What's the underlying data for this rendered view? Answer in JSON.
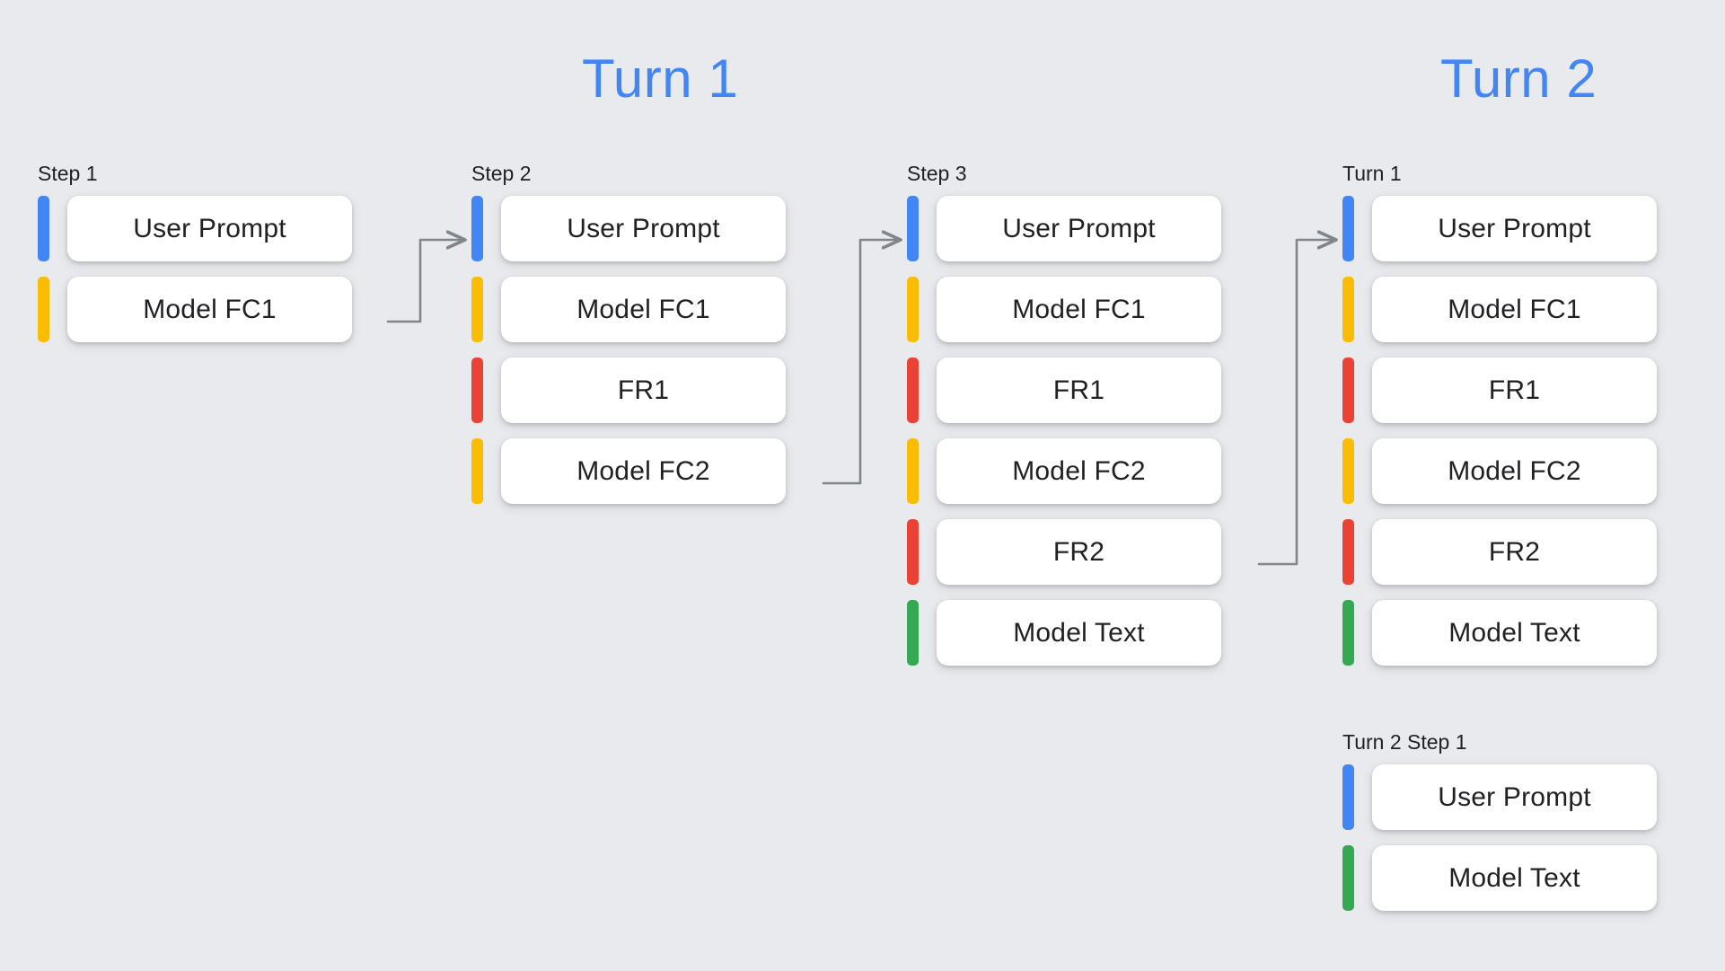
{
  "background_color": "#E8EAED",
  "palette": {
    "blue": "#4285F4",
    "yellow": "#FBBC04",
    "red": "#EA4335",
    "green": "#34A853",
    "connector_gray": "#80868B",
    "card_white": "#FFFFFF",
    "text_dark": "#202124"
  },
  "banners": [
    {
      "label": "Turn 1",
      "color": "#4285F4"
    },
    {
      "label": "Turn 2",
      "color": "#4285F4"
    }
  ],
  "columns": [
    {
      "label": "Step 1",
      "rows": [
        {
          "label": "User Prompt",
          "color": "#4285F4",
          "role": "user-prompt"
        },
        {
          "label": "Model FC1",
          "color": "#FBBC04",
          "role": "model-function-call"
        }
      ]
    },
    {
      "label": "Step 2",
      "rows": [
        {
          "label": "User Prompt",
          "color": "#4285F4",
          "role": "user-prompt"
        },
        {
          "label": "Model FC1",
          "color": "#FBBC04",
          "role": "model-function-call"
        },
        {
          "label": "FR1",
          "color": "#EA4335",
          "role": "function-response"
        },
        {
          "label": "Model FC2",
          "color": "#FBBC04",
          "role": "model-function-call"
        }
      ]
    },
    {
      "label": "Step 3",
      "rows": [
        {
          "label": "User Prompt",
          "color": "#4285F4",
          "role": "user-prompt"
        },
        {
          "label": "Model FC1",
          "color": "#FBBC04",
          "role": "model-function-call"
        },
        {
          "label": "FR1",
          "color": "#EA4335",
          "role": "function-response"
        },
        {
          "label": "Model FC2",
          "color": "#FBBC04",
          "role": "model-function-call"
        },
        {
          "label": "FR2",
          "color": "#EA4335",
          "role": "function-response"
        },
        {
          "label": "Model Text",
          "color": "#34A853",
          "role": "model-text"
        }
      ]
    },
    {
      "label": "Turn 1",
      "rows": [
        {
          "label": "User Prompt",
          "color": "#4285F4",
          "role": "user-prompt"
        },
        {
          "label": "Model FC1",
          "color": "#FBBC04",
          "role": "model-function-call"
        },
        {
          "label": "FR1",
          "color": "#EA4335",
          "role": "function-response"
        },
        {
          "label": "Model FC2",
          "color": "#FBBC04",
          "role": "model-function-call"
        },
        {
          "label": "FR2",
          "color": "#EA4335",
          "role": "function-response"
        },
        {
          "label": "Model Text",
          "color": "#34A853",
          "role": "model-text"
        }
      ]
    },
    {
      "label": "Turn 2 Step 1",
      "rows": [
        {
          "label": "User Prompt",
          "color": "#4285F4",
          "role": "user-prompt"
        },
        {
          "label": "Model Text",
          "color": "#34A853",
          "role": "model-text"
        }
      ]
    }
  ]
}
